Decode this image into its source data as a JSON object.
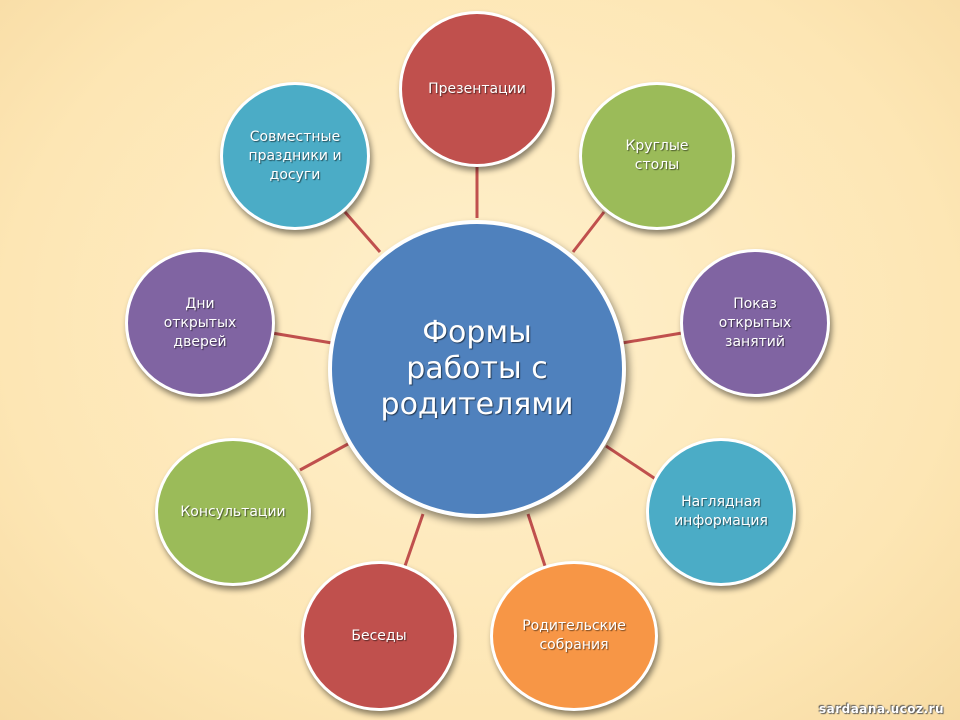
{
  "colors": {
    "background": "#fde8b8",
    "connector": "#c0504d",
    "blue": "#4f81bd",
    "red": "#c0504d",
    "green": "#9bbb59",
    "purple": "#8064a2",
    "teal": "#4bacc6",
    "orange": "#f79646"
  },
  "center": {
    "text": "Формы\nработы с\nродителями",
    "color": "#4f81bd"
  },
  "nodes": [
    {
      "text": "Презентации",
      "color": "#c0504d"
    },
    {
      "text": "Круглые\nстолы",
      "color": "#9bbb59"
    },
    {
      "text": "Показ\nоткрытых\nзанятий",
      "color": "#8064a2"
    },
    {
      "text": "Наглядная\nинформация",
      "color": "#4bacc6"
    },
    {
      "text": "Родительские\nсобрания",
      "color": "#f79646"
    },
    {
      "text": "Беседы",
      "color": "#c0504d"
    },
    {
      "text": "Консультации",
      "color": "#9bbb59"
    },
    {
      "text": "Дни\nоткрытых\nдверей",
      "color": "#8064a2"
    },
    {
      "text": "Совместные\nпраздники и\nдосуги",
      "color": "#4bacc6"
    }
  ],
  "watermark": "sardaana.ucoz.ru"
}
